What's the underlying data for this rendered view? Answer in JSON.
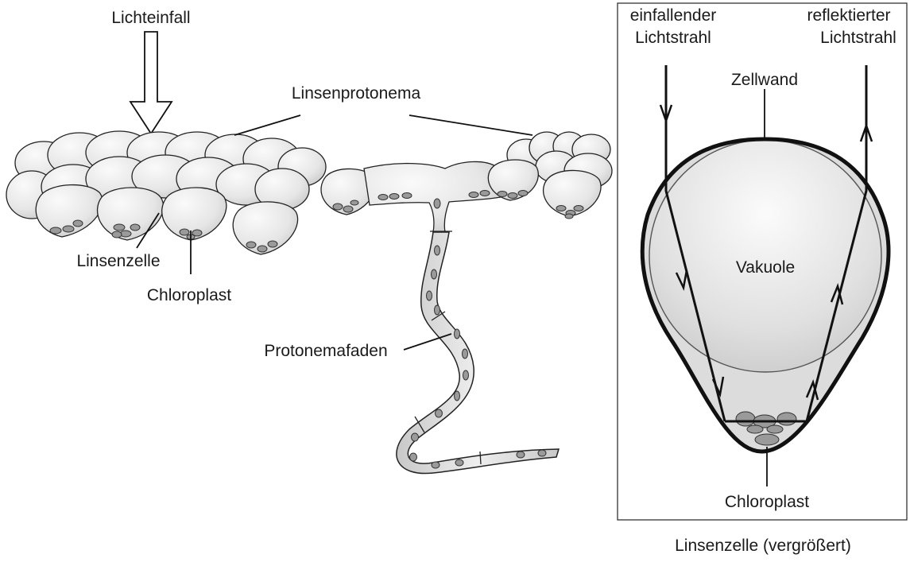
{
  "labels": {
    "lichteinfall": "Lichteinfall",
    "linsenprotonema": "Linsenprotonema",
    "linsenzelle": "Linsenzelle",
    "chloroplast_left": "Chloroplast",
    "protonemafaden": "Protonemafaden",
    "einfallender_line1": "einfallender",
    "einfallender_line2": "Lichtstrahl",
    "reflektierter_line1": "reflektierter",
    "reflektierter_line2": "Lichtstrahl",
    "zellwand": "Zellwand",
    "vakuole": "Vakuole",
    "chloroplast_right": "Chloroplast",
    "caption": "Linsenzelle (vergrößert)"
  }
}
